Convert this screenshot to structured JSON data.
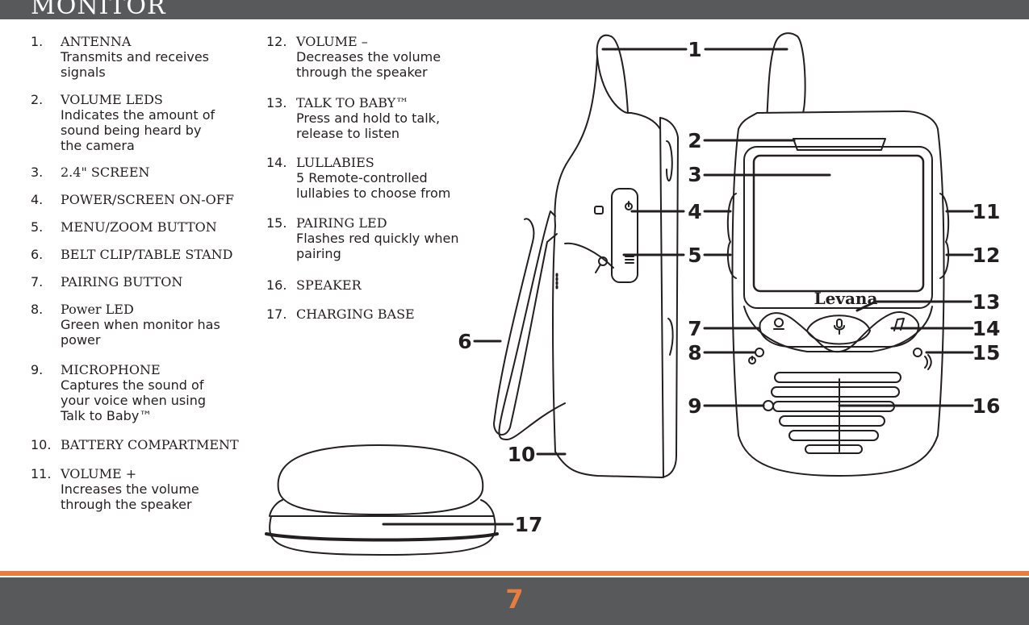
{
  "header": {
    "title": "MONITOR"
  },
  "items": [
    {
      "num": "1.",
      "title": "ANTENNA",
      "desc": "Transmits and receives\nsignals"
    },
    {
      "num": "2.",
      "title": "VOLUME LEDS",
      "desc": "Indicates the amount of\nsound being heard by\nthe camera"
    },
    {
      "num": "3.",
      "title": "2.4\" SCREEN",
      "desc": ""
    },
    {
      "num": "4.",
      "title": "POWER/SCREEN ON-OFF",
      "desc": ""
    },
    {
      "num": "5.",
      "title": "MENU/ZOOM BUTTON",
      "desc": ""
    },
    {
      "num": "6.",
      "title": "BELT CLIP/TABLE STAND",
      "desc": ""
    },
    {
      "num": "7.",
      "title": "PAIRING BUTTON",
      "desc": ""
    },
    {
      "num": "8.",
      "title": "Power LED",
      "desc": "Green when monitor has\npower"
    },
    {
      "num": "9.",
      "title": "MICROPHONE",
      "desc": "Captures the sound of\nyour voice when using\nTalk to Baby™"
    },
    {
      "num": "10.",
      "title": "BATTERY COMPARTMENT",
      "desc": ""
    },
    {
      "num": "11.",
      "title": "VOLUME +",
      "desc": "Increases the volume\nthrough the speaker"
    },
    {
      "num": "12.",
      "title": "VOLUME –",
      "desc": "Decreases the volume\nthrough the speaker"
    },
    {
      "num": "13.",
      "title": "TALK TO BABY™",
      "desc": "Press and hold to talk,\nrelease to listen"
    },
    {
      "num": "14.",
      "title": "LULLABIES",
      "desc": "5 Remote-controlled\nlullabies to choose from"
    },
    {
      "num": "15.",
      "title": "PAIRING LED",
      "desc": "Flashes red quickly when\npairing"
    },
    {
      "num": "16.",
      "title": "SPEAKER",
      "desc": ""
    },
    {
      "num": "17.",
      "title": "CHARGING BASE",
      "desc": ""
    }
  ],
  "diagram": {
    "brand": "Levana",
    "callouts": [
      "1",
      "2",
      "3",
      "4",
      "5",
      "6",
      "7",
      "8",
      "9",
      "10",
      "11",
      "12",
      "13",
      "14",
      "15",
      "16",
      "17"
    ]
  },
  "footer": {
    "page_number": "7"
  },
  "colors": {
    "band": "#58595b",
    "accent": "#e87d3e",
    "ink": "#231f20"
  }
}
